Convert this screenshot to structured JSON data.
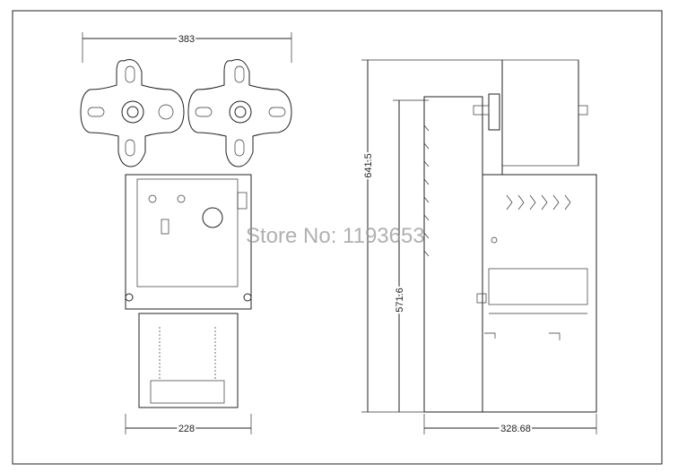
{
  "drawing": {
    "front_view": {
      "width_top": "383",
      "width_bottom": "228"
    },
    "side_view": {
      "height_total": "641.5",
      "height_body": "571.6",
      "depth": "328.68"
    }
  },
  "watermark": "Store No: 1193653"
}
